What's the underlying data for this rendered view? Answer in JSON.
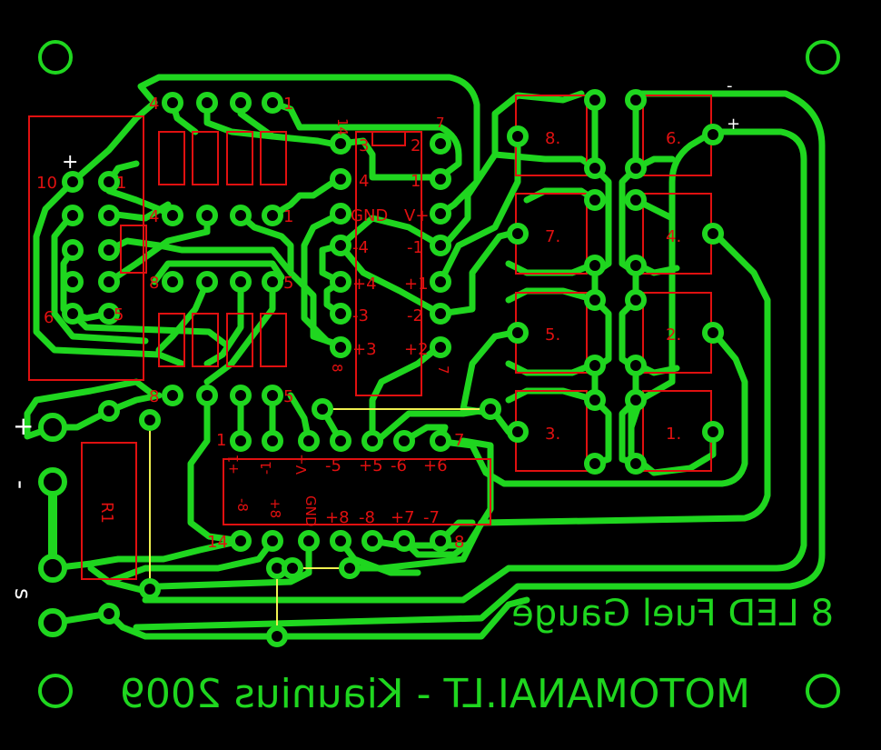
{
  "board": {
    "title": "8 LED Fuel Gauge",
    "credit": "MOTOMANAI.LT - Kiaunius 2009",
    "colors": {
      "background": "#000000",
      "copper": "#1fd61f",
      "silkscreen": "#e01010",
      "jumper": "#f0f050"
    }
  },
  "connector": {
    "plus": "+",
    "minus": "-",
    "signal": "s"
  },
  "resistor": {
    "label": "R1"
  },
  "top_arrays": {
    "left_top": "4",
    "right_top": "1",
    "left_mid": "4",
    "right_mid": "1"
  },
  "mid_arrays": {
    "left_top": "8",
    "right_top": "5",
    "left_bot": "8",
    "right_bot": "5"
  },
  "pot": {
    "pin_10": "10",
    "pin_1": "1",
    "pin_6": "6",
    "pin_5": "5",
    "plus": "+"
  },
  "ic_right": {
    "pin_14": "14",
    "pin_7": "7",
    "pin_8": "8",
    "labels": [
      "3",
      "2",
      "4",
      "1",
      "GND",
      "V+",
      "-4",
      "-1",
      "+4",
      "+1",
      "-3",
      "-2",
      "+3",
      "+2"
    ]
  },
  "ic_bottom": {
    "top_labels": [
      "1",
      "+1",
      "-1",
      "V+",
      "-5",
      "+5",
      "-6",
      "+6",
      "7"
    ],
    "bottom_labels": [
      "14",
      "-8",
      "+8",
      "GND",
      "+8",
      "-8",
      "+7",
      "-7",
      "8"
    ]
  },
  "leds": [
    "8.",
    "6.",
    "7.",
    "4.",
    "5.",
    "2.",
    "3.",
    "1."
  ],
  "led_polarity": {
    "minus": "-",
    "plus": "+"
  }
}
